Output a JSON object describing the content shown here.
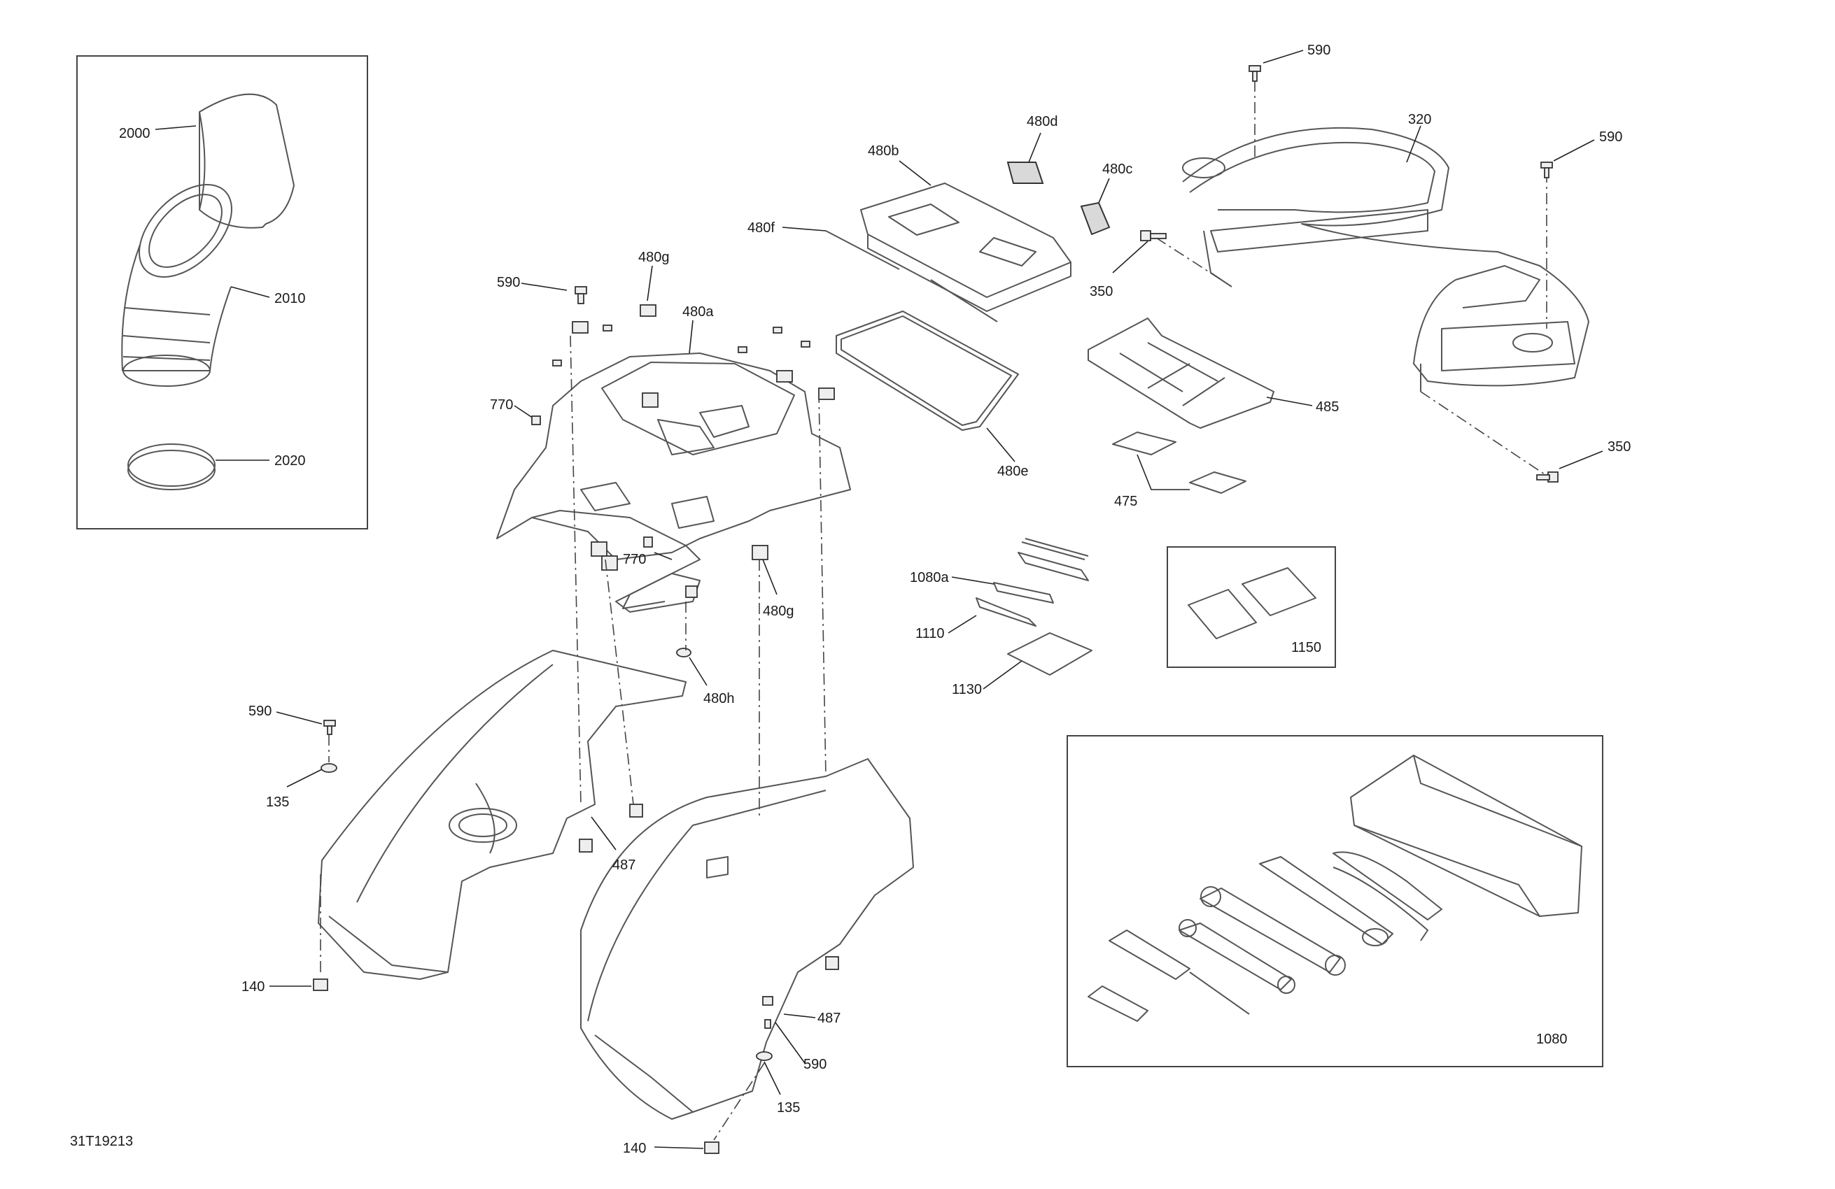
{
  "diagram_id": "31T19213",
  "labels": {
    "l2000": "2000",
    "l2010": "2010",
    "l2020": "2020",
    "l590_top": "590",
    "l320": "320",
    "l590_right": "590",
    "l480d": "480d",
    "l480b": "480b",
    "l480c": "480c",
    "l480f": "480f",
    "l350_top": "350",
    "l480g_top": "480g",
    "l590_left": "590",
    "l480a": "480a",
    "l770_left": "770",
    "l485": "485",
    "l480e": "480e",
    "l350_right": "350",
    "l475": "475",
    "l770_mid": "770",
    "l480g_mid": "480g",
    "l1080a": "1080a",
    "l1110": "1110",
    "l1130": "1130",
    "l1150": "1150",
    "l480h": "480h",
    "l590_mid": "590",
    "l135_left": "135",
    "l487_left": "487",
    "l140_left": "140",
    "l487_right": "487",
    "l590_bottom": "590",
    "l135_bottom": "135",
    "l140_bottom": "140",
    "l1080": "1080"
  }
}
